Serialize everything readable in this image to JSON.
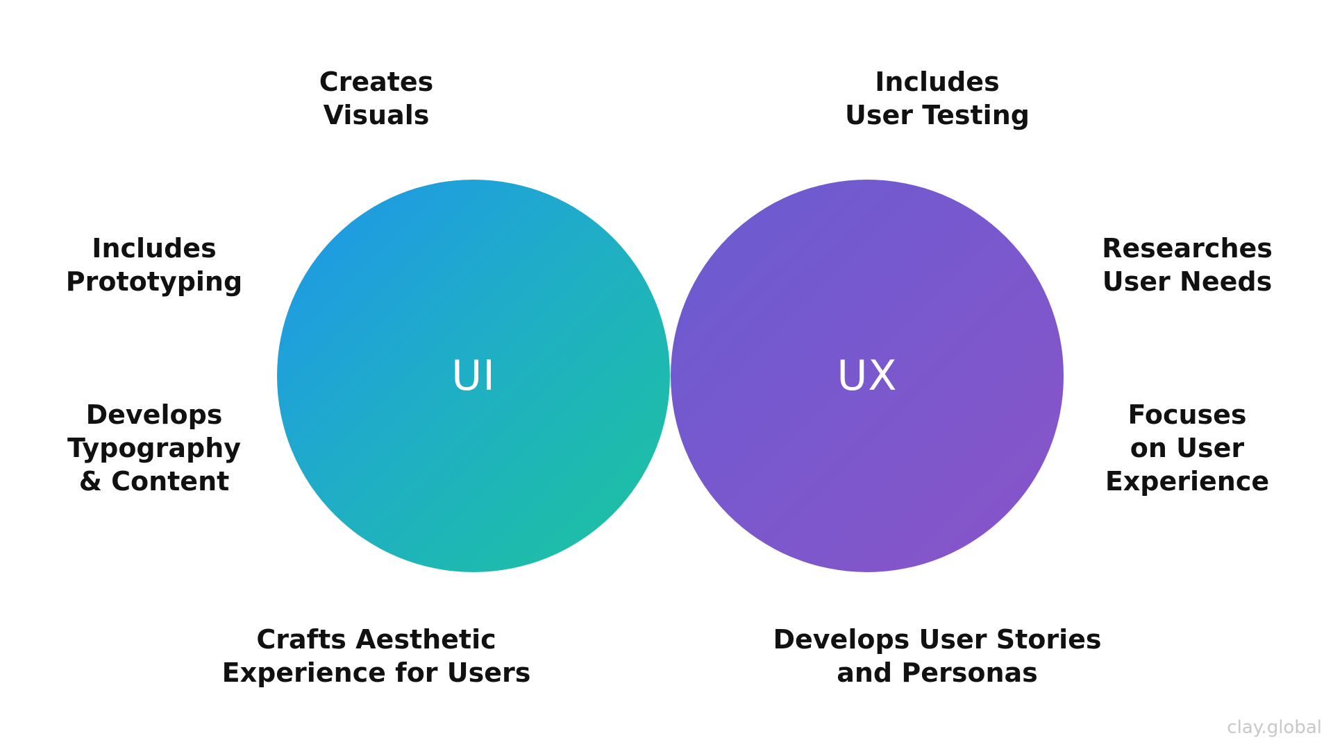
{
  "circles": {
    "ui": {
      "label": "UI",
      "gradient": [
        "#1f95ec",
        "#1dc39c"
      ]
    },
    "ux": {
      "label": "UX",
      "gradient": [
        "#6a5bd0",
        "#8954c8"
      ]
    }
  },
  "ui_traits": {
    "creates_visuals": "Creates\nVisuals",
    "prototyping": "Includes\nPrototyping",
    "typography": "Develops\nTypography\n& Content",
    "aesthetic": "Crafts Aesthetic\nExperience for Users"
  },
  "ux_traits": {
    "user_testing": "Includes\nUser Testing",
    "user_needs": "Researches\nUser Needs",
    "user_experience": "Focuses\non User\nExperience",
    "stories": "Develops User Stories\nand Personas"
  },
  "watermark": "clay.global",
  "colors": {
    "text": "#111111",
    "watermark": "#c8c8c8",
    "background": "#ffffff"
  }
}
